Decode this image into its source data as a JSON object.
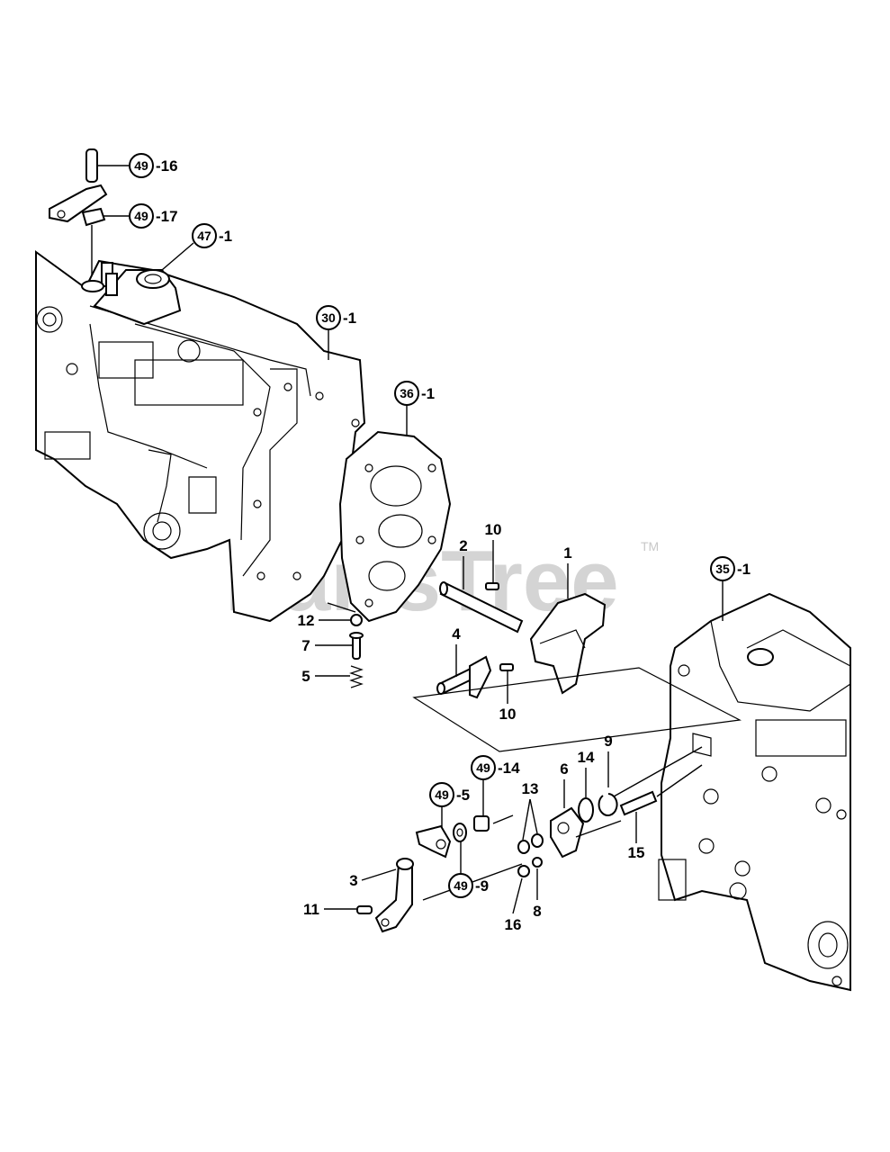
{
  "watermark": {
    "text": "PartsTree",
    "tm": "TM"
  },
  "callouts": [
    {
      "num": "49",
      "sub": "-16"
    },
    {
      "num": "49",
      "sub": "-17"
    },
    {
      "num": "47",
      "sub": "-1"
    },
    {
      "num": "30",
      "sub": "-1"
    },
    {
      "num": "36",
      "sub": "-1"
    },
    {
      "num": "35",
      "sub": "-1"
    },
    {
      "num": "49",
      "sub": "-14"
    },
    {
      "num": "49",
      "sub": "-5"
    },
    {
      "num": "49",
      "sub": "-9"
    }
  ],
  "part_labels": [
    "1",
    "2",
    "10",
    "12",
    "7",
    "5",
    "4",
    "10",
    "9",
    "14",
    "6",
    "13",
    "15",
    "3",
    "11",
    "16",
    "8"
  ]
}
